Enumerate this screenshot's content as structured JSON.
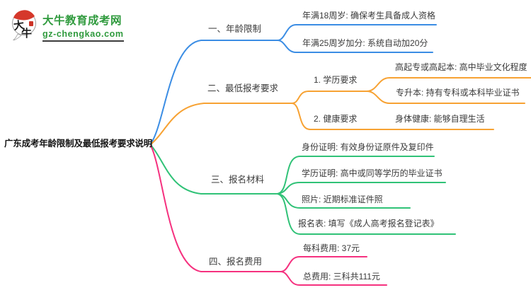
{
  "logo": {
    "emblem_text_top": "大",
    "emblem_text_bottom": "牛",
    "title": "大牛教育成考网",
    "url": "gz-chengkao.com",
    "brand_green": "#2f9a3d",
    "emblem_red": "#d5382b"
  },
  "root": {
    "label": "广东成考年龄限制及最低报考要求说明"
  },
  "branches": [
    {
      "label": "一、年龄限制",
      "color": "#3b8de4",
      "leaves": [
        "年满18周岁: 确保考生具备成人资格",
        "年满25周岁加分: 系统自动加20分"
      ]
    },
    {
      "label": "二、最低报考要求",
      "color": "#f7a233",
      "children": [
        {
          "label": "1. 学历要求",
          "leaves": [
            "高起专或高起本: 高中毕业文化程度",
            "专升本: 持有专科或本科毕业证书"
          ]
        },
        {
          "label": "2. 健康要求",
          "leaves": [
            "身体健康: 能够自理生活"
          ]
        }
      ]
    },
    {
      "label": "三、报名材料",
      "color": "#30c277",
      "leaves": [
        "身份证明: 有效身份证原件及复印件",
        "学历证明: 高中或同等学历的毕业证书",
        "照片: 近期标准证件照",
        "报名表: 填写《成人高考报名登记表》"
      ]
    },
    {
      "label": "四、报名费用",
      "color": "#f5317f",
      "leaves": [
        "每科费用: 37元",
        "总费用: 三科共111元"
      ]
    }
  ]
}
